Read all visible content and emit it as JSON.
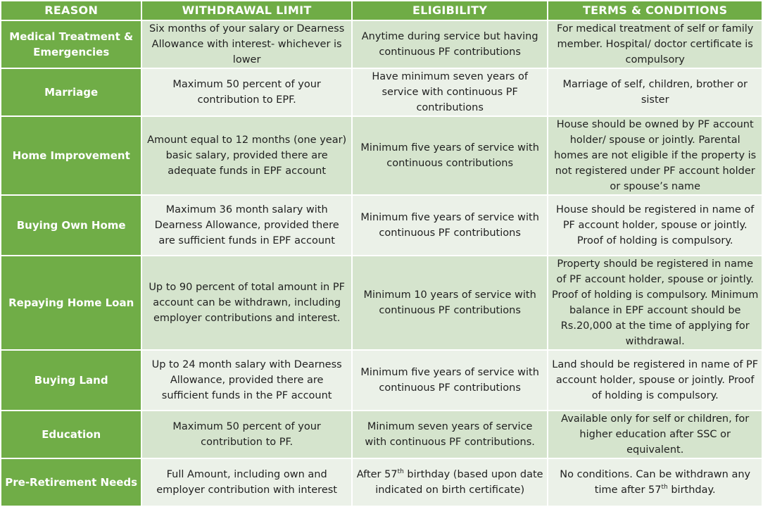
{
  "headers": {
    "reason": "REASON",
    "withdrawal_limit": "WITHDRAWAL LIMIT",
    "eligibility": "ELIGIBILITY",
    "terms": "TERMS & CONDITIONS"
  },
  "rows": [
    {
      "reason": "Medical Treatment & Emergencies",
      "limit": "Six months of your salary or Dearness Allowance with interest- whichever is lower",
      "eligibility": "Anytime during service but  having continuous PF contributions",
      "terms": "For medical treatment of self or family member.  Hospital/ doctor certificate is compulsory"
    },
    {
      "reason": "Marriage",
      "limit": "Maximum 50 percent of your contribution to EPF.",
      "eligibility": "Have minimum seven years of service with continuous PF contributions",
      "terms": "Marriage of self, children, brother or sister"
    },
    {
      "reason": "Home Improvement",
      "limit": "Amount equal to 12 months (one year) basic salary, provided there are adequate funds in EPF account",
      "eligibility": "Minimum five years of service with continuous contributions",
      "terms": "House should be owned by PF account holder/ spouse or jointly. Parental homes are not eligible if the property is not registered under PF account holder or spouse’s name"
    },
    {
      "reason": "Buying Own Home",
      "limit": "Maximum 36 month salary with Dearness Allowance, provided there are sufficient funds in EPF account",
      "eligibility": "Minimum five years of service with continuous PF contributions",
      "terms": "House should be registered in name of PF account holder, spouse or jointly. Proof of holding is compulsory."
    },
    {
      "reason": "Repaying Home Loan",
      "limit": "Up to 90 percent of total amount in PF account can be withdrawn, including employer contributions and interest.",
      "eligibility": "Minimum 10 years of service with continuous PF contributions",
      "terms": "Property should be registered in name of PF account holder, spouse or jointly. Proof of holding is compulsory. Minimum balance in EPF account should be Rs.20,000 at the time of applying for withdrawal."
    },
    {
      "reason": "Buying Land",
      "limit": "Up to 24 month salary with Dearness Allowance, provided there are sufficient funds in the PF account",
      "eligibility": "Minimum five years of service with continuous PF contributions",
      "terms": "Land should be registered in name of PF account holder, spouse or jointly. Proof of holding is compulsory."
    },
    {
      "reason": "Education",
      "limit": "Maximum 50 percent of your contribution to PF.",
      "eligibility": "Minimum seven years of service with continuous PF contributions.",
      "terms": "Available only for self or children, for higher education after SSC or equivalent."
    },
    {
      "reason": "Pre-Retirement Needs",
      "limit": "Full Amount, including own and employer contribution with interest",
      "eligibility_pre": "After 57",
      "eligibility_sup": "th",
      "eligibility_post": " birthday (based upon date indicated on birth certificate)",
      "terms_pre": "No conditions. Can be withdrawn any time after 57",
      "terms_sup": "th",
      "terms_post": " birthday."
    }
  ]
}
